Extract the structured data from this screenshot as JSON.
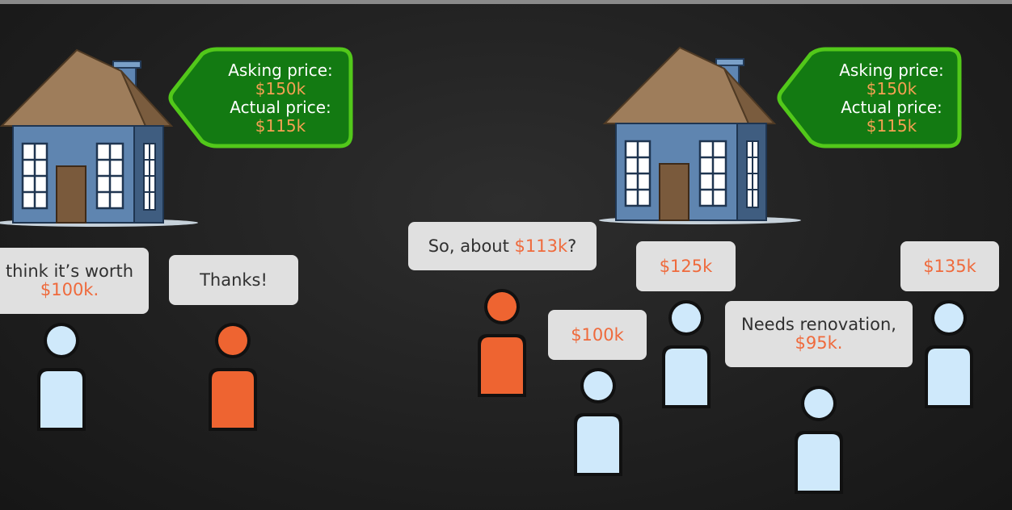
{
  "colors": {
    "background": "#222222",
    "house_roof": "#9b7b5a",
    "house_wall": "#5b7ea8",
    "tag_fill": "#137a12",
    "tag_border": "#52c81a",
    "bubble_fill": "#e0e0e0",
    "person_light": "#cfe9fb",
    "person_orange": "#ee6431",
    "highlight_text": "#ef6a3c",
    "price_text": "#f5a152"
  },
  "left_scene": {
    "price_tag": {
      "asking_label": "Asking price:",
      "asking_value": "$150k",
      "actual_label": "Actual price:",
      "actual_value": "$115k"
    },
    "buyer_bubble": {
      "text": "think it’s worth",
      "price": "$100k."
    },
    "seller_bubble": {
      "text": "Thanks!"
    }
  },
  "right_scene": {
    "price_tag": {
      "asking_label": "Asking price:",
      "asking_value": "$150k",
      "actual_label": "Actual price:",
      "actual_value": "$115k"
    },
    "seller_bubble": {
      "prefix": "So, about ",
      "price": "$113k",
      "suffix": "?"
    },
    "buyer_bubbles": [
      {
        "price": "$100k"
      },
      {
        "price": "$125k"
      },
      {
        "text": "Needs renovation,",
        "price": "$95k."
      },
      {
        "price": "$135k"
      }
    ]
  }
}
